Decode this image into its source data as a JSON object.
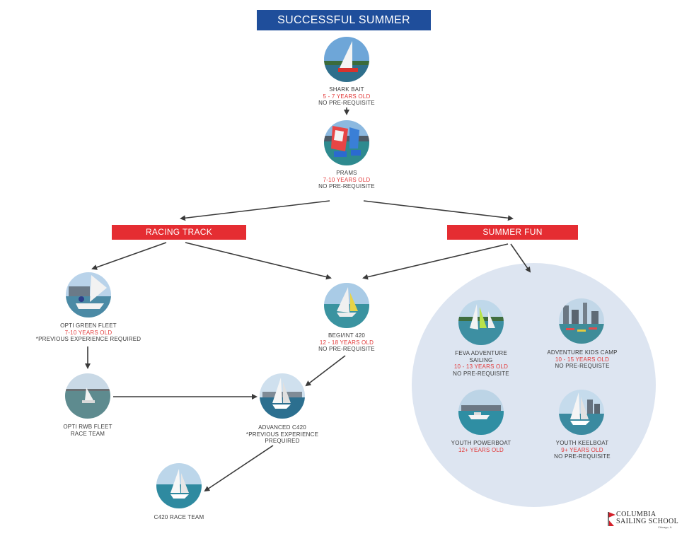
{
  "title": "SUCCESSFUL SUMMER TRACKS",
  "tracks": {
    "racing": "RACING TRACK",
    "fun": "SUMMER FUN"
  },
  "programs": {
    "shark_bait": {
      "name": "SHARK BAIT",
      "age": "5 - 7 YEARS OLD",
      "req": "NO PRE-REQUISITE"
    },
    "prams": {
      "name": "PRAMS",
      "age": "7-10 YEARS OLD",
      "req": "NO PRE-REQUISITE"
    },
    "opti_green": {
      "name": "OPTI GREEN FLEET",
      "age": "7-10 YEARS OLD",
      "req": "*PREVIOUS EXPERIENCE REQUIRED"
    },
    "begi_420": {
      "name": "BEGI/INT 420",
      "age": "12 - 18 YEARS OLD",
      "req": "NO PRE-REQUISITE"
    },
    "opti_rwb": {
      "name": "OPTI RWB FLEET",
      "sub": "RACE TEAM"
    },
    "adv_c420": {
      "name": "ADVANCED C420",
      "req1": "*PREVIOUS EXPERIENCE",
      "req2": "PREQUIRED"
    },
    "c420_team": {
      "name": "C420 RACE TEAM"
    },
    "feva": {
      "name1": "FEVA ADVENTURE",
      "name2": "SAILING",
      "age": "10 - 13 YEARS OLD",
      "req": "NO PRE-REQUISITE"
    },
    "kids_camp": {
      "name": "ADVENTURE KIDS CAMP",
      "age": "10 - 15 YEARS OLD",
      "req": "NO PRE-REQUISTE"
    },
    "powerboat": {
      "name": "YOUTH POWERBOAT",
      "age": "12+ YEARS OLD"
    },
    "keelboat": {
      "name": "YOUTH KEELBOAT",
      "age": "9+ YEARS OLD",
      "req": "NO PRE-REQUISITE"
    }
  },
  "logo": {
    "line1": "COLUMBIA",
    "line2": "SAILING SCHOOL",
    "line3": "Chicago, IL"
  },
  "colors": {
    "title_blue": "#1f4e9b",
    "track_red": "#e52d32",
    "age_red": "#e23a3a",
    "fun_bg": "#dde5f1",
    "arrow": "#3a3a3a"
  }
}
